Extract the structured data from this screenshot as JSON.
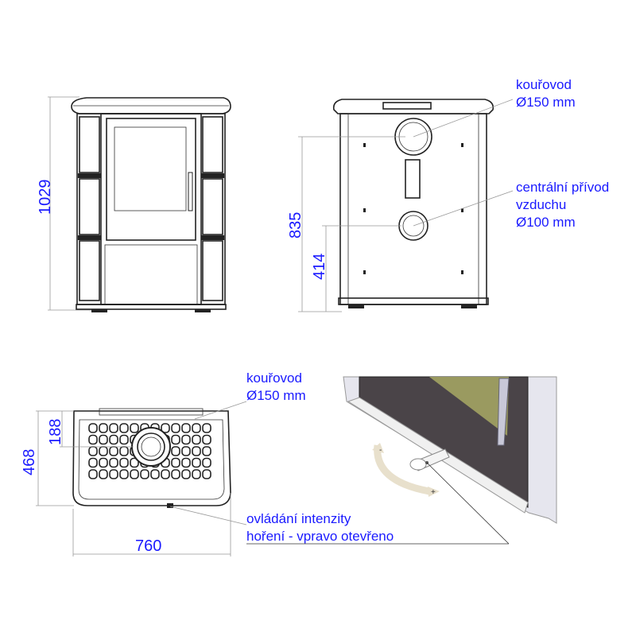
{
  "front_view": {
    "height_dim": "1029"
  },
  "back_view": {
    "dim_flue_height": "835",
    "dim_air_height": "414",
    "flue_label": {
      "line1": "kouřovod",
      "line2": "Ø150 mm"
    },
    "air_label": {
      "line1": "centrální přívod",
      "line2": "vzduchu",
      "line3": "Ø100 mm"
    }
  },
  "top_view": {
    "dim_depth": "468",
    "dim_flue_offset": "188",
    "dim_width": "760",
    "flue_label": {
      "line1": "kouřovod",
      "line2": "Ø150 mm"
    },
    "control_label": {
      "line1": "ovládání intenzity",
      "line2": "hoření - vpravo otevřeno"
    }
  },
  "detail_view": {
    "minus_sign": "-",
    "plus_sign": "+"
  },
  "colors": {
    "dimension": "#1a1aff",
    "glass": "#9a9a60",
    "door": "#4a4448"
  }
}
